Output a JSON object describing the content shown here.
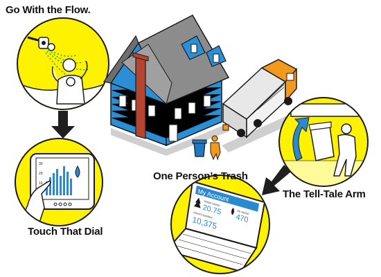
{
  "labels": {
    "flow": "Go With the Flow.",
    "dial": "Touch That Dial",
    "trash": "One Person’s Trash",
    "arm": "The Tell-Tale Arm"
  },
  "laptop": {
    "header": "My Account",
    "trees_label": "TREES SAVED",
    "trees_value": "20.75",
    "oil_label": "OIL SAVED",
    "oil_value": "470",
    "points_label": "POINTS EARNED",
    "points_value": "10,375"
  },
  "tablet": {
    "ticks": [
      "30",
      "20",
      "10"
    ]
  },
  "colors": {
    "yellow": "#fff200",
    "house_blue": "#2b8fd6",
    "roof_gray": "#8c8c8c",
    "chimney": "#b5452f",
    "truck_orange": "#f29a1c",
    "bin_blue": "#1e78c2",
    "arrow": "#1f1f1f",
    "screen_blue": "#2a8ad0"
  }
}
